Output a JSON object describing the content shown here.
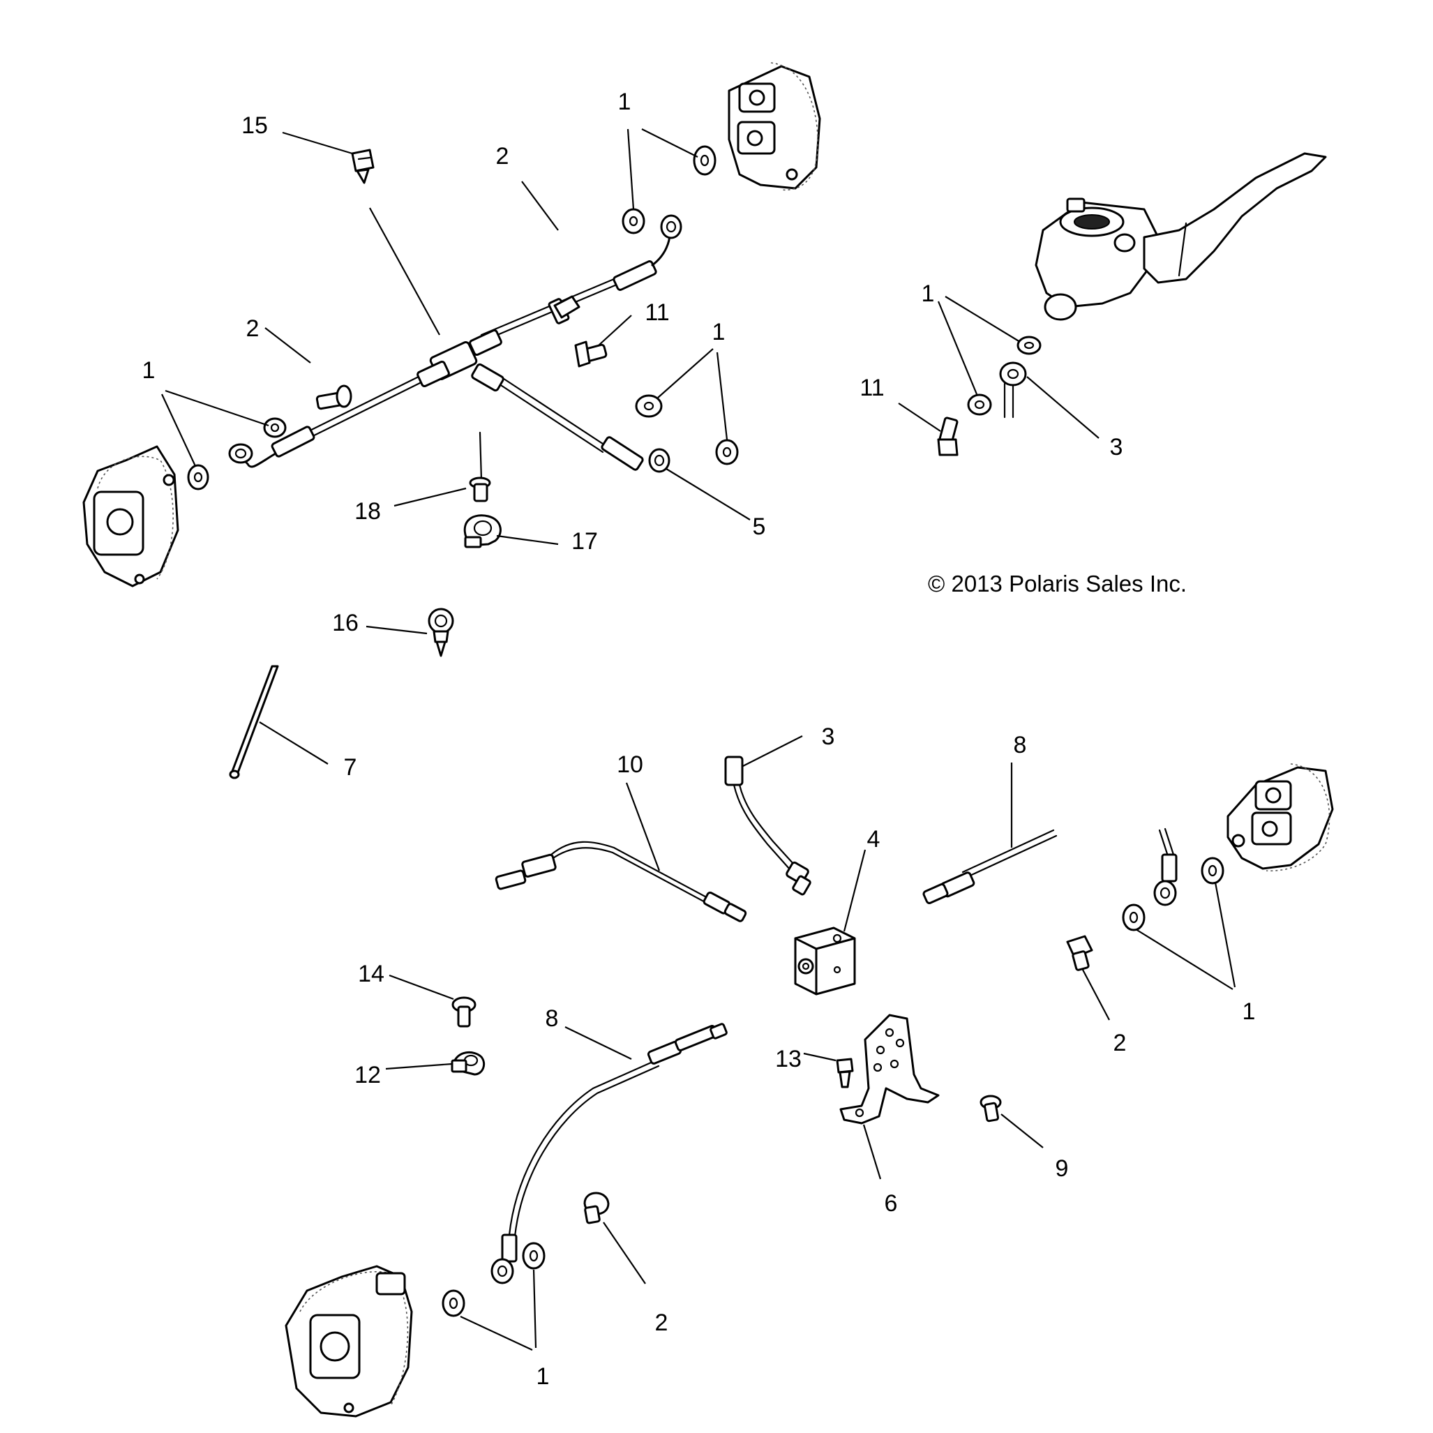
{
  "colors": {
    "background": "#ffffff",
    "ink": "#000000"
  },
  "copyright": "© 2013 Polaris Sales Inc.",
  "callouts": [
    {
      "id": "c15a",
      "label": "15"
    },
    {
      "id": "c2a",
      "label": "2"
    },
    {
      "id": "c1a",
      "label": "1"
    },
    {
      "id": "c2b",
      "label": "2"
    },
    {
      "id": "c1b",
      "label": "1"
    },
    {
      "id": "c11a",
      "label": "11"
    },
    {
      "id": "c1c",
      "label": "1"
    },
    {
      "id": "c18",
      "label": "18"
    },
    {
      "id": "c17",
      "label": "17"
    },
    {
      "id": "c5",
      "label": "5"
    },
    {
      "id": "c1d",
      "label": "1"
    },
    {
      "id": "c11b",
      "label": "11"
    },
    {
      "id": "c3a",
      "label": "3"
    },
    {
      "id": "c16",
      "label": "16"
    },
    {
      "id": "c7",
      "label": "7"
    },
    {
      "id": "c10",
      "label": "10"
    },
    {
      "id": "c3b",
      "label": "3"
    },
    {
      "id": "c8a",
      "label": "8"
    },
    {
      "id": "c4",
      "label": "4"
    },
    {
      "id": "c1e",
      "label": "1"
    },
    {
      "id": "c2c",
      "label": "2"
    },
    {
      "id": "c14",
      "label": "14"
    },
    {
      "id": "c8b",
      "label": "8"
    },
    {
      "id": "c12",
      "label": "12"
    },
    {
      "id": "c13",
      "label": "13"
    },
    {
      "id": "c9",
      "label": "9"
    },
    {
      "id": "c6",
      "label": "6"
    },
    {
      "id": "c2d",
      "label": "2"
    },
    {
      "id": "c1f",
      "label": "1"
    }
  ]
}
